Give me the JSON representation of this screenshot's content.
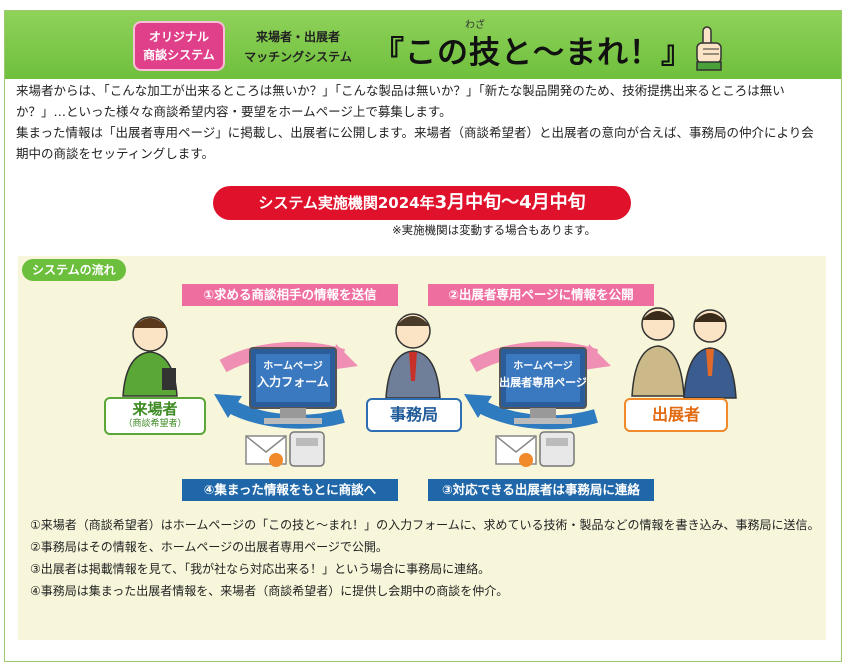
{
  "header": {
    "badge_line1": "オリジナル",
    "badge_line2": "商談システム",
    "subtitle_line1": "来場者・出展者",
    "subtitle_line2": "マッチングシステム",
    "title": "『この技と〜まれ！』",
    "ruby": "わざ"
  },
  "intro": [
    "来場者からは、「こんな加工が出来るところは無いか？」「こんな製品は無いか？」「新たな製品開発のため、技術提携出来るところは無いか？」…といった様々な商談希望内容・要望をホームページ上で募集します。",
    "集まった情報は「出展者専用ページ」に掲載し、出展者に公開します。来場者（商談希望者）と出展者の意向が合えば、事務局の仲介により会期中の商談をセッティングします。"
  ],
  "period": {
    "prefix": "システム実施機関2024年",
    "range": "3月中旬〜4月中旬",
    "note": "※実施機関は変動する場合もあります。"
  },
  "flow": {
    "tag": "システムの流れ",
    "step1": "①求める商談相手の情報を送信",
    "step2": "②出展者専用ページに情報を公開",
    "step3": "③対応できる出展者は事務局に連絡",
    "step4": "④集まった情報をもとに商談へ",
    "monitor1_line1": "ホームページ",
    "monitor1_line2": "入力フォーム",
    "monitor2_line1": "ホームページ",
    "monitor2_line2": "出展者専用ページ",
    "visitor": "来場者",
    "visitor_sub": "（商談希望者）",
    "office": "事務局",
    "exhibitor": "出展者"
  },
  "steps": [
    "①来場者（商談希望者）はホームページの「この技と〜まれ！」の入力フォームに、求めている技術・製品などの情報を書き込み、事務局に送信。",
    "②事務局はその情報を、ホームページの出展者専用ページで公開。",
    "③出展者は掲載情報を見て、「我が社なら対応出来る！」という場合に事務局に連絡。",
    "④事務局は集まった出展者情報を、来場者（商談希望者）に提供し会期中の商談を仲介。"
  ],
  "colors": {
    "header_green": "#79c646",
    "badge_pink": "#e0408a",
    "period_red": "#e0112a",
    "pill_pink": "#ef6ea0",
    "pill_blue": "#1f67a8",
    "visitor_green": "#5aa637",
    "exhibitor_orange": "#f08a2a"
  }
}
